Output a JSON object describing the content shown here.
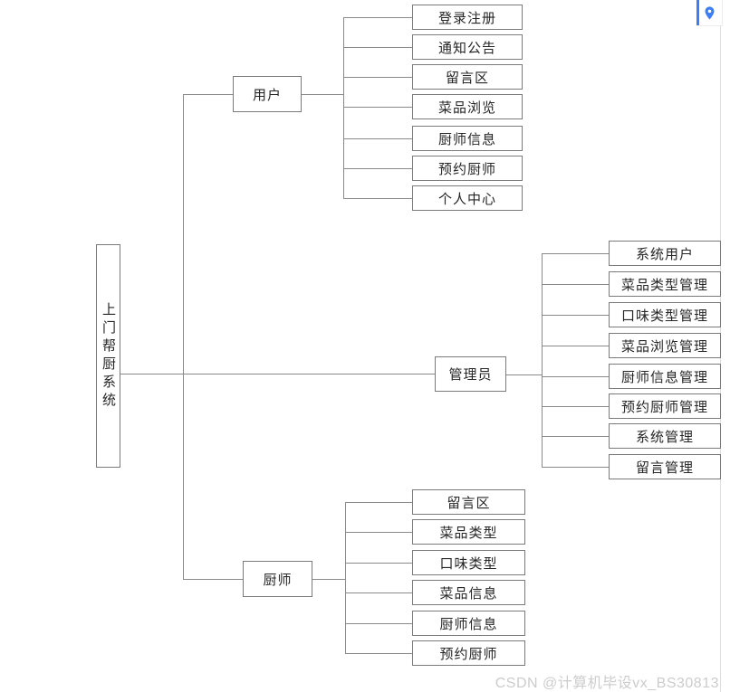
{
  "diagram": {
    "root": "上门帮厨系统",
    "branches": [
      {
        "node": "用户",
        "leaves": [
          "登录注册",
          "通知公告",
          "留言区",
          "菜品浏览",
          "厨师信息",
          "预约厨师",
          "个人中心"
        ]
      },
      {
        "node": "管理员",
        "leaves": [
          "系统用户",
          "菜品类型管理",
          "口味类型管理",
          "菜品浏览管理",
          "厨师信息管理",
          "预约厨师管理",
          "系统管理",
          "留言管理"
        ]
      },
      {
        "node": "厨师",
        "leaves": [
          "留言区",
          "菜品类型",
          "口味类型",
          "菜品信息",
          "厨师信息",
          "预约厨师"
        ]
      }
    ]
  },
  "watermark": "CSDN @计算机毕设vx_BS30813",
  "icons": {
    "pin": "location-pin-icon"
  },
  "colors": {
    "box_border": "#7a7a7a",
    "connector_line": "#8a8a8a",
    "pin_blue": "#3d7ef7",
    "watermark": "#cccccc"
  }
}
